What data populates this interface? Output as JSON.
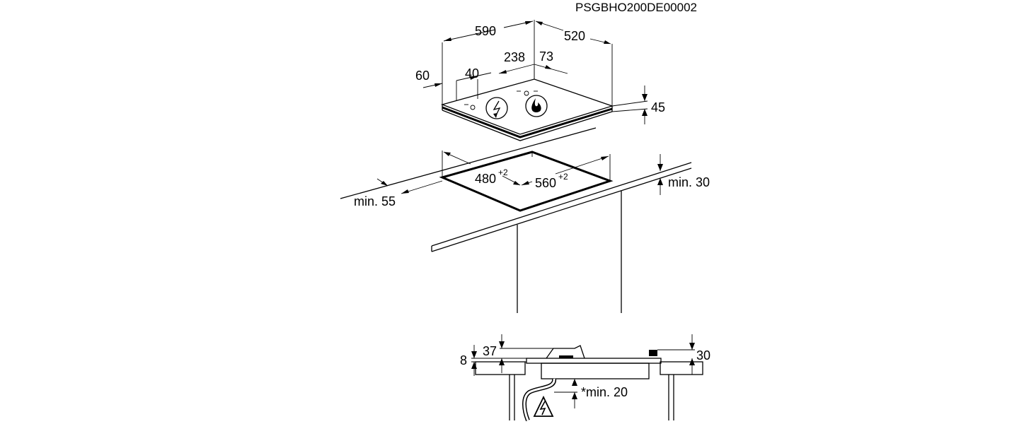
{
  "document_code": "PSGBHO200DE00002",
  "hob_dimensions": {
    "width": "590",
    "depth": "520",
    "control_offset_a": "238",
    "control_offset_b": "73",
    "control_offset_c": "40",
    "side_offset": "60",
    "height": "45"
  },
  "cutout_dimensions": {
    "depth": "480",
    "depth_tolerance": "+2",
    "width": "560",
    "width_tolerance": "+2",
    "min_front_distance": "min. 55",
    "min_worktop_thickness": "min. 30"
  },
  "section_view": {
    "dim_8": "8",
    "dim_37": "37",
    "dim_30": "30",
    "min_clearance": "*min. 20"
  },
  "icons": [
    "electric-symbol-icon",
    "gas-flame-symbol-icon",
    "electric-hazard-warning-icon"
  ],
  "colors": {
    "line": "#000000",
    "background": "#ffffff"
  }
}
